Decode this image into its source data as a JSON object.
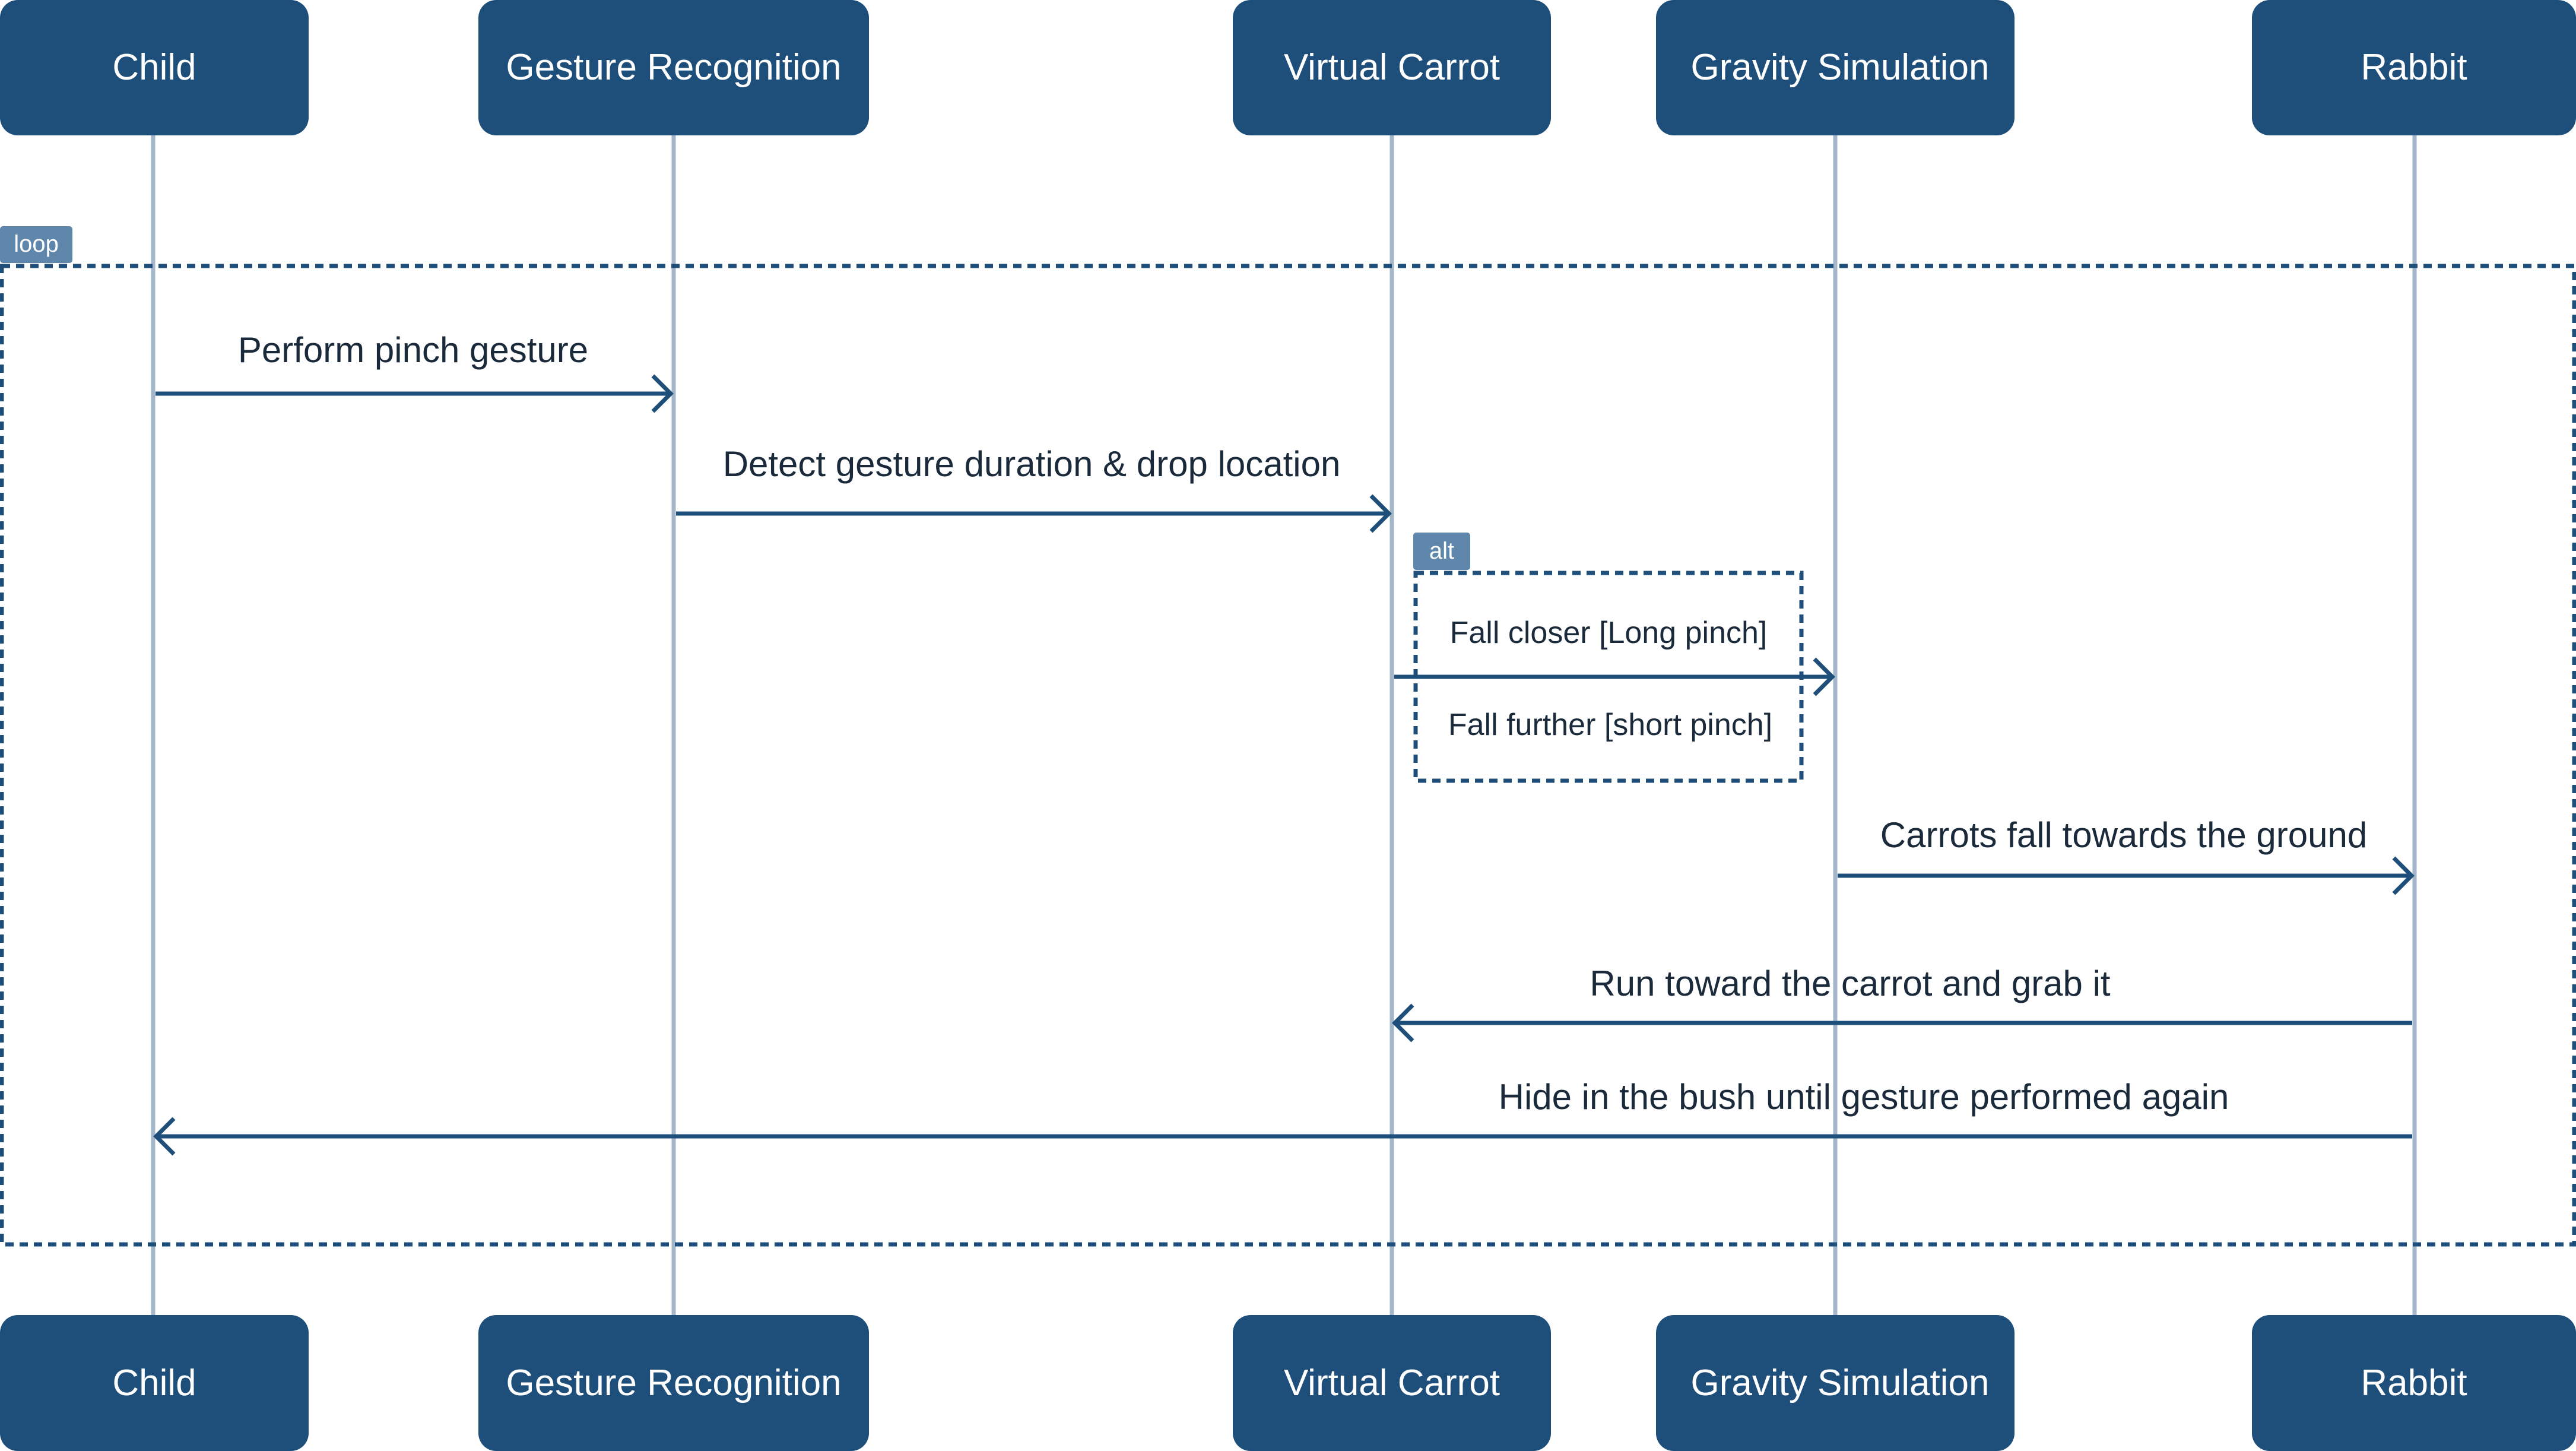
{
  "colors": {
    "actor_fill": "#1e4f7b",
    "actor_text": "#ffffff",
    "lifeline": "#a4b6c9",
    "message": "#1e4f7b",
    "message_text": "#1b2a3a",
    "frame_border": "#1e4f7b",
    "frame_tag": "#5f87ac"
  },
  "actors": [
    {
      "id": "child",
      "label": "Child"
    },
    {
      "id": "gesture",
      "label": "Gesture Recognition"
    },
    {
      "id": "carrot",
      "label": "Virtual Carrot"
    },
    {
      "id": "gravity",
      "label": "Gravity Simulation"
    },
    {
      "id": "rabbit",
      "label": "Rabbit"
    }
  ],
  "loop_frame": {
    "tag": "loop"
  },
  "alt_frame": {
    "tag": "alt",
    "conditions": [
      "Fall closer [Long pinch]",
      "Fall further [short pinch]"
    ]
  },
  "messages": [
    {
      "from": "child",
      "to": "gesture",
      "label": "Perform pinch gesture"
    },
    {
      "from": "gesture",
      "to": "carrot",
      "label": "Detect gesture duration & drop location"
    },
    {
      "from": "carrot",
      "to": "gravity",
      "label": ""
    },
    {
      "from": "gravity",
      "to": "rabbit",
      "label": "Carrots fall towards the ground"
    },
    {
      "from": "rabbit",
      "to": "carrot",
      "label": "Run toward the carrot and grab it"
    },
    {
      "from": "rabbit",
      "to": "child",
      "label": "Hide in the bush until gesture performed again"
    }
  ]
}
